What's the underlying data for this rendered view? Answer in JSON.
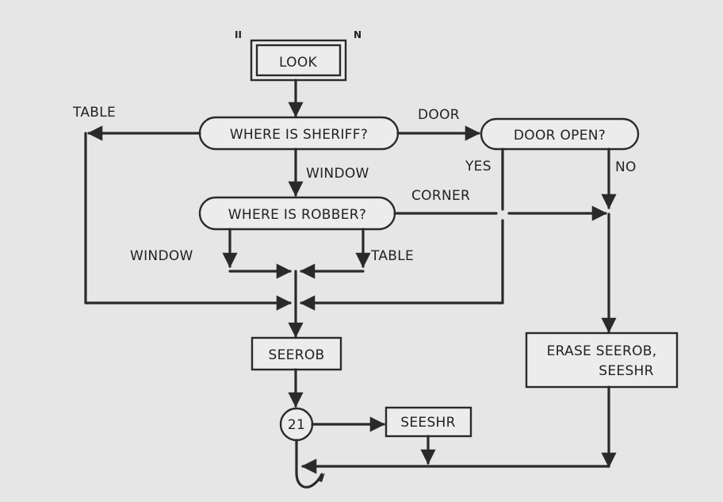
{
  "nodes": {
    "start": "LOOK",
    "where_sheriff": "WHERE IS SHERIFF?",
    "door_open": "DOOR OPEN?",
    "where_robber": "WHERE IS ROBBER?",
    "seerob": "SEEROB",
    "erase_line1": "ERASE SEEROB,",
    "erase_line2": "SEESHR",
    "connector": "21",
    "seeshr": "SEESHR"
  },
  "edge_labels": {
    "table_top": "TABLE",
    "door": "DOOR",
    "yes": "YES",
    "no": "NO",
    "window_mid": "WINDOW",
    "corner": "CORNER",
    "window_low": "WINDOW",
    "table_low": "TABLE"
  },
  "marks": {
    "left": "II",
    "right": "N"
  }
}
